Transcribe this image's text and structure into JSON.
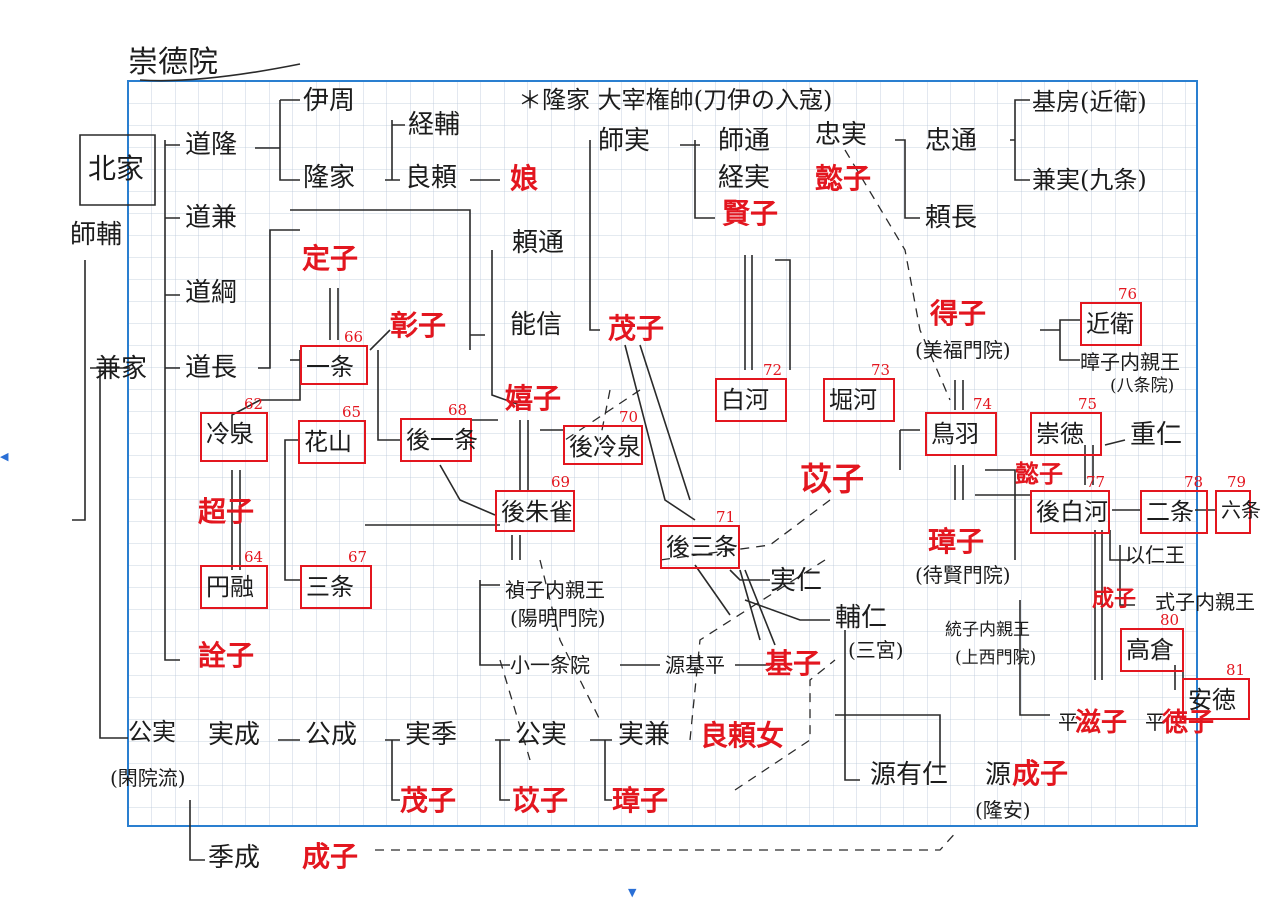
{
  "header": {
    "title": "崇德院"
  },
  "note": "＊隆家 大宰権帥(刀伊の入寇)",
  "root": {
    "house": "北家",
    "founder": "師輔",
    "kaneie": "兼家",
    "kinzane": "公実"
  },
  "kaneie_sons": [
    "道隆",
    "道兼",
    "道綱",
    "道長"
  ],
  "michitaka_line": {
    "sons": [
      "伊周",
      "隆家"
    ],
    "grandsons": [
      "経輔",
      "良頼"
    ],
    "daughter": "娘",
    "consort": "定子"
  },
  "michinaga_line": {
    "daughters": [
      "彰子",
      "嬉子",
      "超子",
      "詮子"
    ],
    "sons": [
      "頼通",
      "能信"
    ],
    "consort_of_gosanjo": "茂子"
  },
  "morozane_line": {
    "morozane": "師実",
    "sons": [
      "師通",
      "経実"
    ],
    "daughters": [
      "賢子",
      "懿子"
    ],
    "grandson": "忠実",
    "great_grandsons": [
      "忠通",
      "頼長"
    ],
    "fourth": [
      "基房(近衛)",
      "兼実(九条)"
    ]
  },
  "emperors": [
    {
      "num": "62",
      "name": "冷泉"
    },
    {
      "num": "64",
      "name": "円融"
    },
    {
      "num": "65",
      "name": "花山"
    },
    {
      "num": "66",
      "name": "一条"
    },
    {
      "num": "67",
      "name": "三条"
    },
    {
      "num": "68",
      "name": "後一条"
    },
    {
      "num": "69",
      "name": "後朱雀"
    },
    {
      "num": "70",
      "name": "後冷泉"
    },
    {
      "num": "71",
      "name": "後三条"
    },
    {
      "num": "72",
      "name": "白河"
    },
    {
      "num": "73",
      "name": "堀河"
    },
    {
      "num": "74",
      "name": "鳥羽"
    },
    {
      "num": "75",
      "name": "崇徳"
    },
    {
      "num": "76",
      "name": "近衛"
    },
    {
      "num": "77",
      "name": "後白河"
    },
    {
      "num": "78",
      "name": "二条"
    },
    {
      "num": "79",
      "name": "六条"
    },
    {
      "num": "80",
      "name": "高倉"
    },
    {
      "num": "81",
      "name": "安徳"
    }
  ],
  "others": {
    "teishi_princess": "禎子内親王",
    "teishi_title": "(陽明門院)",
    "koichijo": "小一条院",
    "minamoto": "源基平",
    "motoko": "基子",
    "sanjin": "実仁",
    "sukehito": "輔仁",
    "sannomiya": "(三宮)",
    "tokushi": "得子",
    "tokushi_title": "(美福門院)",
    "akiko_princess": "暲子内親王",
    "akiko_title": "(八条院)",
    "shigehito": "重仁",
    "tamako": "璋子",
    "tamako_title": "(待賢門院)",
    "muneko": "統子内親王",
    "muneko_title": "(上西門院)",
    "mochihito": "以仁王",
    "shikishi": "式子内親王",
    "shigeko": "成子",
    "shigeko2": "成子",
    "shigeko_mother": "滋子",
    "tokuko": "徳子",
    "taira1": "平",
    "taira2": "平",
    "yoshiko": "懿子",
    "yoshiko_ex": "懿子"
  },
  "kinzane_line": {
    "sanenari": "実成",
    "kinnari": "公成",
    "sanesue": "実季",
    "kinzane2": "公実",
    "sanekane": "実兼",
    "ryouraijo": "良頼女",
    "shigeko_a": "茂子",
    "shigeko_b": "苡子",
    "shoshi": "璋子",
    "kanin": "(閑院流)",
    "suenari": "季成",
    "nariko": "成子"
  },
  "tail": {
    "minamoto_ari": "源有仁",
    "minamoto_nari": "源",
    "nari_child": "成子",
    "nari_title": "(隆安)"
  }
}
